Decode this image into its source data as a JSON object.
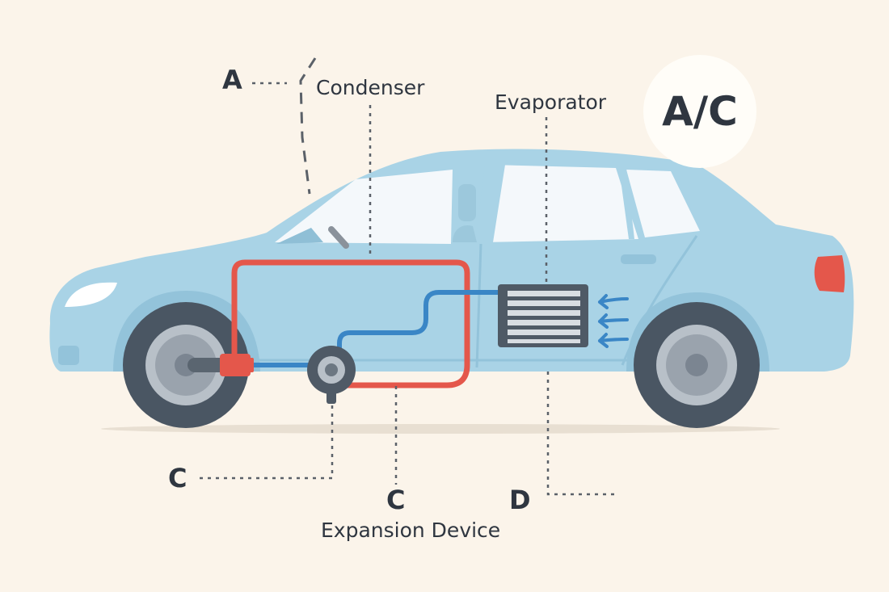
{
  "badge": {
    "text": "A/C"
  },
  "labels": {
    "a": "A",
    "condenser": "Condenser",
    "evaporator": "Evaporator",
    "c_left": "C",
    "c_center": "C",
    "d": "D",
    "expansion_device": "Expansion Device"
  },
  "colors": {
    "background": "#fbf4ea",
    "car_body": "#a9d3e6",
    "hot_line": "#e4574b",
    "cold_line": "#3a86c6",
    "component": "#4f5a66",
    "text": "#2f3640"
  },
  "icons": [
    "airflow-arrow-icon",
    "compressor-icon",
    "evaporator-icon"
  ]
}
